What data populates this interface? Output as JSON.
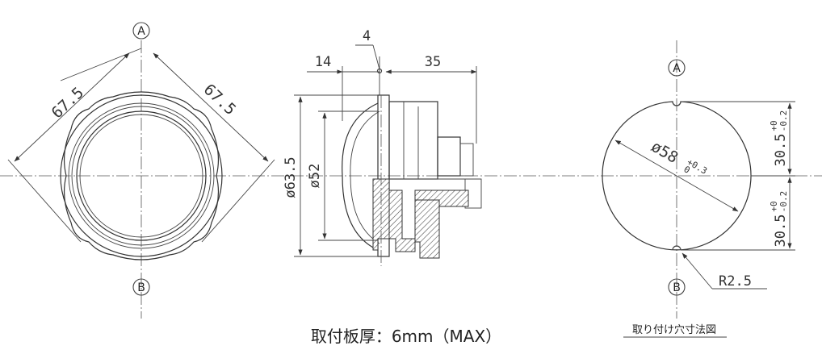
{
  "front_view": {
    "marker_top": "A",
    "marker_bottom": "B",
    "dim_left": "67.5",
    "dim_right": "67.5"
  },
  "side_view": {
    "dim_part": "4",
    "dim_depth_front": "14",
    "dim_depth_rear": "35",
    "dim_outer_dia": "ø63.5",
    "dim_inner_dia": "ø52"
  },
  "cutout_view": {
    "marker_top": "A",
    "marker_bottom": "B",
    "dia_main": "ø58",
    "dia_tol_upper": "+0.3",
    "dia_tol_lower": "0",
    "half_top_main": "30.5",
    "half_top_tol_upper": "+0",
    "half_top_tol_lower": "-0.2",
    "half_bottom_main": "30.5",
    "half_bottom_tol_upper": "+0",
    "half_bottom_tol_lower": "-0.2",
    "notch_radius": "R2.5",
    "title": "取り付け穴寸法図"
  },
  "caption": "取付板厚：6mm（MAX）"
}
